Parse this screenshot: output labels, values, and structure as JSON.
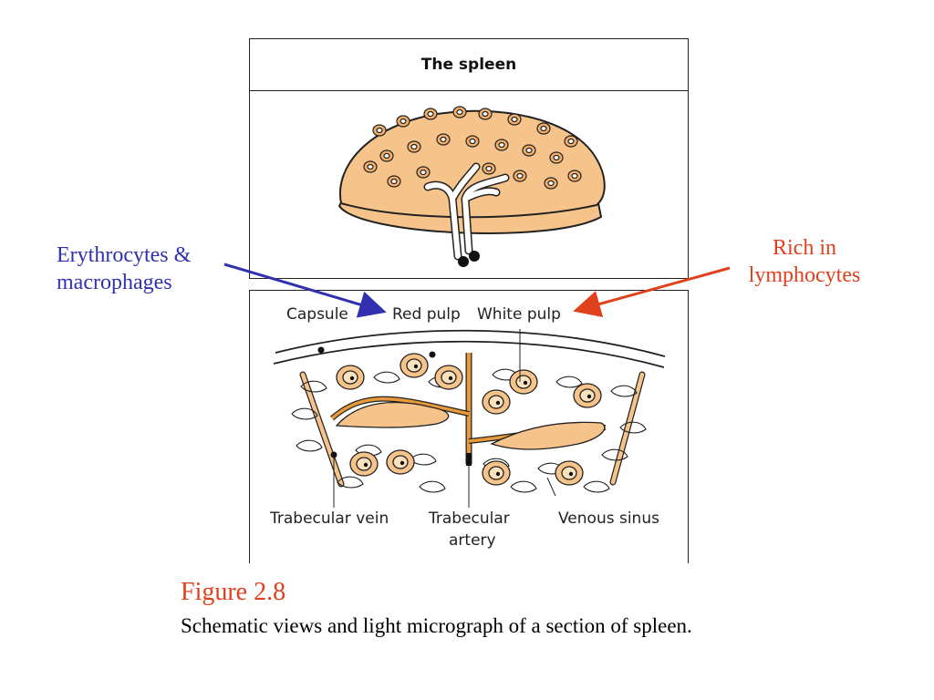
{
  "top_panel": {
    "title": "The spleen"
  },
  "labels": {
    "capsule": "Capsule",
    "red_pulp": "Red pulp",
    "white_pulp": "White pulp",
    "trabecular_vein": "Trabecular vein",
    "trabecular_artery_line1": "Trabecular",
    "trabecular_artery_line2": "artery",
    "venous_sinus": "Venous sinus"
  },
  "callouts": {
    "left_line1": "Erythrocytes &",
    "left_line2": "macrophages",
    "right_line1": "Rich in",
    "right_line2": "lymphocytes"
  },
  "figure": {
    "title": "Figure 2.8",
    "caption": "Schematic views and light micrograph of a section of spleen."
  },
  "colors": {
    "tissue": "#f6c48a",
    "vessel": "#e89a3a",
    "left_arrow": "#3131b0",
    "right_arrow": "#e0401c"
  }
}
